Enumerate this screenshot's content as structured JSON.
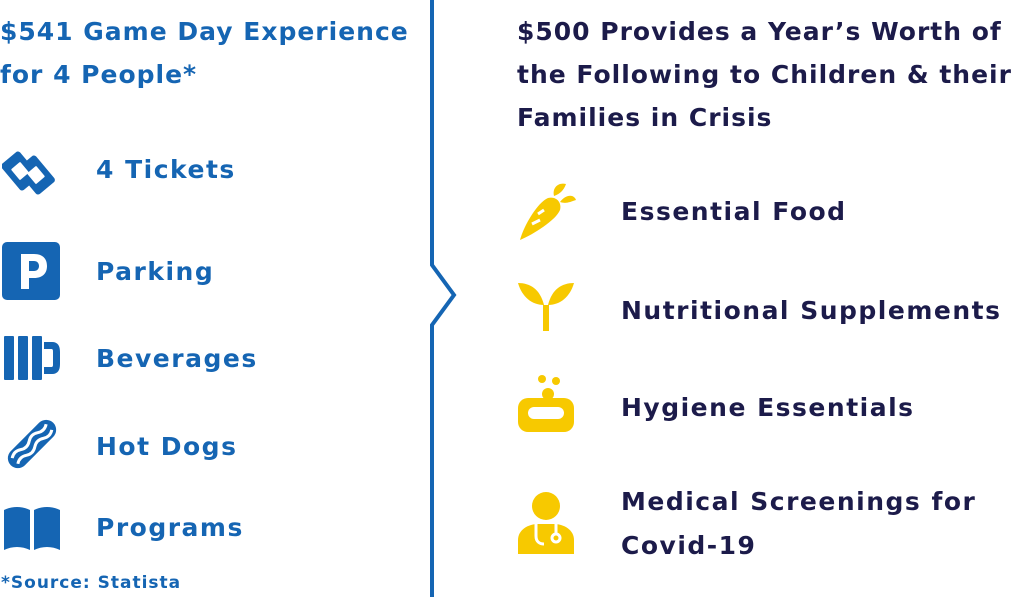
{
  "left": {
    "title": "$541 Game Day Experience for 4 People*",
    "items": [
      {
        "label": "4 Tickets",
        "icon": "tickets-icon"
      },
      {
        "label": "Parking",
        "icon": "parking-icon"
      },
      {
        "label": "Beverages",
        "icon": "beer-mug-icon"
      },
      {
        "label": "Hot Dogs",
        "icon": "hot-dog-icon"
      },
      {
        "label": "Programs",
        "icon": "book-icon"
      }
    ],
    "source": "*Source: Statista"
  },
  "right": {
    "title": "$500 Provides a Year’s Worth of the Following to Children & their Families in Crisis",
    "items": [
      {
        "label": "Essential Food",
        "icon": "carrot-icon"
      },
      {
        "label": "Nutritional Supplements",
        "icon": "sprout-icon"
      },
      {
        "label": "Hygiene Essentials",
        "icon": "soap-icon"
      },
      {
        "label": "Medical Screenings for Covid-19",
        "icon": "doctor-icon"
      }
    ]
  },
  "colors": {
    "left_accent": "#1565b3",
    "right_text": "#1c1b4a",
    "icon_yellow": "#f7c900",
    "divider": "#1565b3"
  }
}
